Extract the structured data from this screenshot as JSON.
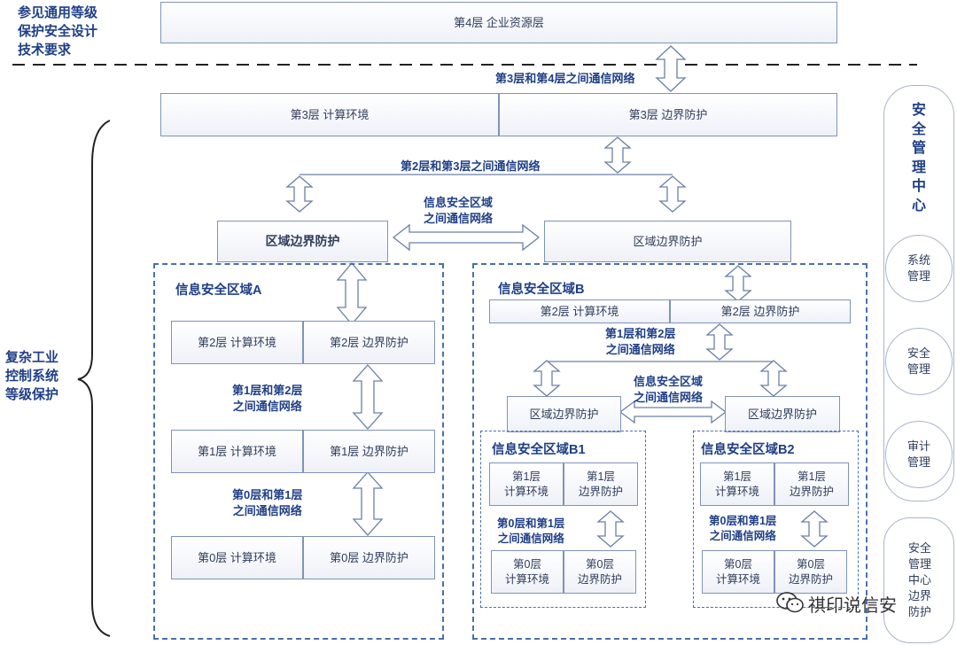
{
  "header": {
    "reference_label": "参见通用等级\n保护安全设计\n技术要求"
  },
  "left_brace_label": "复杂工业\n控制系统\n等级保护",
  "layer4": {
    "label": "第4层 企业资源层"
  },
  "net_3_4": "第3层和第4层之间通信网络",
  "layer3": {
    "compute": "第3层 计算环境",
    "boundary": "第3层 边界防护"
  },
  "net_2_3": "第2层和第3层之间通信网络",
  "net_zones": "信息安全区域\n之间通信网络",
  "zone_boundary_left": "区域边界防护",
  "zone_boundary_right": "区域边界防护",
  "zone_a": {
    "title": "信息安全区域A",
    "l2_compute": "第2层 计算环境",
    "l2_boundary": "第2层 边界防护",
    "net_1_2": "第1层和第2层\n之间通信网络",
    "l1_compute": "第1层 计算环境",
    "l1_boundary": "第1层 边界防护",
    "net_0_1": "第0层和第1层\n之间通信网络",
    "l0_compute": "第0层 计算环境",
    "l0_boundary": "第0层 边界防护"
  },
  "zone_b": {
    "title": "信息安全区域B",
    "l2_compute": "第2层 计算环境",
    "l2_boundary": "第2层 边界防护",
    "net_1_2": "第1层和第2层\n之间通信网络",
    "net_zones": "信息安全区域\n之间通信网络",
    "boundary_left": "区域边界防护",
    "boundary_right": "区域边界防护",
    "b1": {
      "title": "信息安全区域B1",
      "l1_compute": "第1层\n计算环境",
      "l1_boundary": "第1层\n边界防护",
      "net_0_1": "第0层和第1层\n之间通信网络",
      "l0_compute": "第0层\n计算环境",
      "l0_boundary": "第0层\n边界防护"
    },
    "b2": {
      "title": "信息安全区域B2",
      "l1_compute": "第1层\n计算环境",
      "l1_boundary": "第1层\n边界防护",
      "net_0_1": "第0层和第1层\n之间通信网络",
      "l0_compute": "第0层\n计算环境",
      "l0_boundary": "第0层\n边界防护"
    }
  },
  "security_center": {
    "title": "安\n全\n管\n理\n中\n心",
    "items": [
      "系统\n管理",
      "安全\n管理",
      "审计\n管理"
    ]
  },
  "bottom_panel": {
    "label": "安全\n管理\n中心\n边界\n防护"
  },
  "watermark": {
    "text": "祺印说信安"
  },
  "colors": {
    "accent": "#1f3f86",
    "border": "#7f93b9",
    "arrow_fill": "#ffffff"
  }
}
